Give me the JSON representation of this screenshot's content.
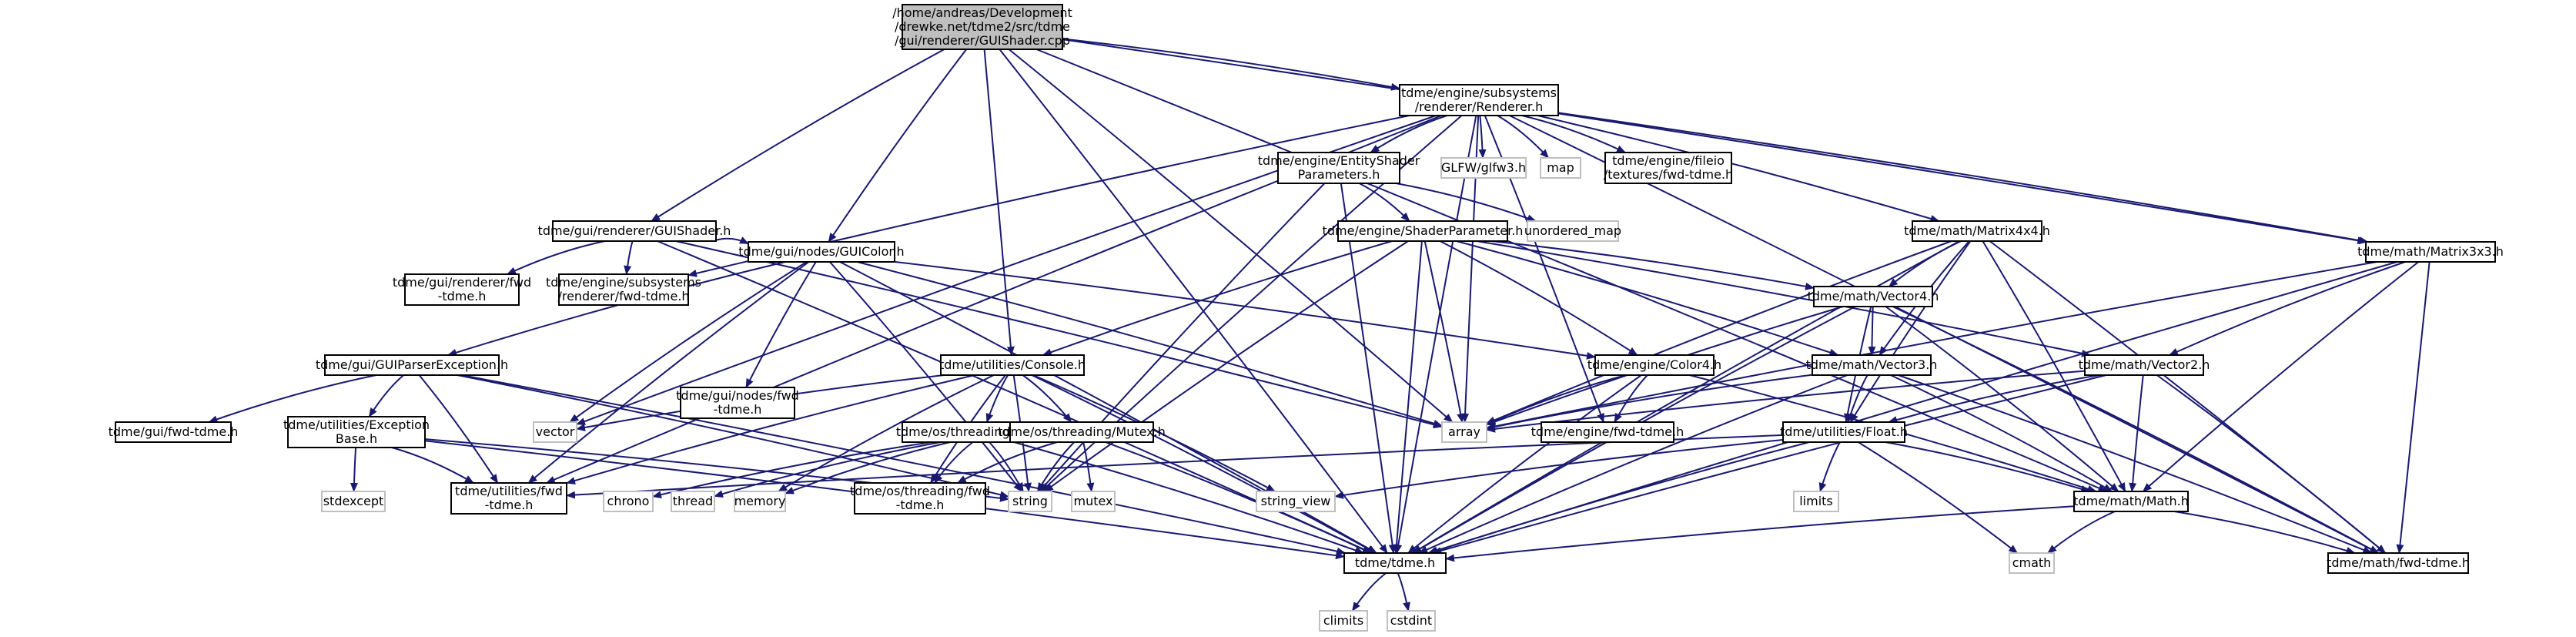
{
  "colors": {
    "edge": "#191970",
    "node_border": "#000000",
    "node_border_external": "#bfbfbf",
    "node_fill": "#ffffff",
    "node_fill_root": "#bfbfbf",
    "text": "#000000",
    "text_external": "#7f7f7f"
  },
  "nodes": [
    {
      "id": "root",
      "lines": [
        "/home/andreas/Development",
        "/drewke.net/tdme2/src/tdme",
        "/gui/renderer/GUIShader.cpp"
      ],
      "style": "root"
    },
    {
      "id": "renderer",
      "lines": [
        "tdme/engine/subsystems",
        "/renderer/Renderer.h"
      ],
      "style": "normal"
    },
    {
      "id": "guishader",
      "lines": [
        "tdme/gui/renderer/GUIShader.h"
      ],
      "style": "normal"
    },
    {
      "id": "guicolor",
      "lines": [
        "tdme/gui/nodes/GUIColor.h"
      ],
      "style": "normal"
    },
    {
      "id": "console",
      "lines": [
        "tdme/utilities/Console.h"
      ],
      "style": "normal"
    },
    {
      "id": "entityshader",
      "lines": [
        "tdme/engine/EntityShader",
        "Parameters.h"
      ],
      "style": "normal"
    },
    {
      "id": "glfw",
      "lines": [
        "GLFW/glfw3.h"
      ],
      "style": "external"
    },
    {
      "id": "map",
      "lines": [
        "map"
      ],
      "style": "external"
    },
    {
      "id": "fileiofwd",
      "lines": [
        "tdme/engine/fileio",
        "/textures/fwd-tdme.h"
      ],
      "style": "normal"
    },
    {
      "id": "matrix4x4",
      "lines": [
        "tdme/math/Matrix4x4.h"
      ],
      "style": "normal"
    },
    {
      "id": "matrix3x3",
      "lines": [
        "tdme/math/Matrix3x3.h"
      ],
      "style": "normal"
    },
    {
      "id": "unordered_map",
      "lines": [
        "unordered_map"
      ],
      "style": "external"
    },
    {
      "id": "shaderparam",
      "lines": [
        "tdme/engine/ShaderParameter.h"
      ],
      "style": "normal"
    },
    {
      "id": "guirendererfwd",
      "lines": [
        "tdme/gui/renderer/fwd",
        "-tdme.h"
      ],
      "style": "normal"
    },
    {
      "id": "subsysfwd",
      "lines": [
        "tdme/engine/subsystems",
        "/renderer/fwd-tdme.h"
      ],
      "style": "normal"
    },
    {
      "id": "guiparserexc",
      "lines": [
        "tdme/gui/GUIParserException.h"
      ],
      "style": "normal"
    },
    {
      "id": "guinodesfwd",
      "lines": [
        "tdme/gui/nodes/fwd",
        "-tdme.h"
      ],
      "style": "normal"
    },
    {
      "id": "vector4",
      "lines": [
        "tdme/math/Vector4.h"
      ],
      "style": "normal"
    },
    {
      "id": "color4",
      "lines": [
        "tdme/engine/Color4.h"
      ],
      "style": "normal"
    },
    {
      "id": "vector3",
      "lines": [
        "tdme/math/Vector3.h"
      ],
      "style": "normal"
    },
    {
      "id": "vector2",
      "lines": [
        "tdme/math/Vector2.h"
      ],
      "style": "normal"
    },
    {
      "id": "guifwd",
      "lines": [
        "tdme/gui/fwd-tdme.h"
      ],
      "style": "normal"
    },
    {
      "id": "excbase",
      "lines": [
        "tdme/utilities/Exception",
        "Base.h"
      ],
      "style": "normal"
    },
    {
      "id": "vector",
      "lines": [
        "vector"
      ],
      "style": "external"
    },
    {
      "id": "thread_h",
      "lines": [
        "tdme/os/threading/Thread.h"
      ],
      "style": "normal"
    },
    {
      "id": "mutex_h",
      "lines": [
        "tdme/os/threading/Mutex.h"
      ],
      "style": "normal"
    },
    {
      "id": "array",
      "lines": [
        "array"
      ],
      "style": "external"
    },
    {
      "id": "enginefwd",
      "lines": [
        "tdme/engine/fwd-tdme.h"
      ],
      "style": "normal"
    },
    {
      "id": "float_h",
      "lines": [
        "tdme/utilities/Float.h"
      ],
      "style": "normal"
    },
    {
      "id": "stdexcept",
      "lines": [
        "stdexcept"
      ],
      "style": "external"
    },
    {
      "id": "utilfwd",
      "lines": [
        "tdme/utilities/fwd",
        "-tdme.h"
      ],
      "style": "normal"
    },
    {
      "id": "chrono",
      "lines": [
        "chrono"
      ],
      "style": "external"
    },
    {
      "id": "thread",
      "lines": [
        "thread"
      ],
      "style": "external"
    },
    {
      "id": "memory",
      "lines": [
        "memory"
      ],
      "style": "external"
    },
    {
      "id": "threadfwd",
      "lines": [
        "tdme/os/threading/fwd",
        "-tdme.h"
      ],
      "style": "normal"
    },
    {
      "id": "string",
      "lines": [
        "string"
      ],
      "style": "external"
    },
    {
      "id": "mutex",
      "lines": [
        "mutex"
      ],
      "style": "external"
    },
    {
      "id": "string_view",
      "lines": [
        "string_view"
      ],
      "style": "external"
    },
    {
      "id": "limits",
      "lines": [
        "limits"
      ],
      "style": "external"
    },
    {
      "id": "mathh",
      "lines": [
        "tdme/math/Math.h"
      ],
      "style": "normal"
    },
    {
      "id": "tdmeh",
      "lines": [
        "tdme/tdme.h"
      ],
      "style": "normal"
    },
    {
      "id": "cmath",
      "lines": [
        "cmath"
      ],
      "style": "external"
    },
    {
      "id": "mathfwd",
      "lines": [
        "tdme/math/fwd-tdme.h"
      ],
      "style": "normal"
    },
    {
      "id": "climits",
      "lines": [
        "climits"
      ],
      "style": "external"
    },
    {
      "id": "cstdint",
      "lines": [
        "cstdint"
      ],
      "style": "external"
    }
  ],
  "edges": [
    [
      "root",
      "renderer"
    ],
    [
      "root",
      "guishader"
    ],
    [
      "root",
      "guicolor"
    ],
    [
      "root",
      "console"
    ],
    [
      "root",
      "array"
    ],
    [
      "root",
      "tdmeh"
    ],
    [
      "root",
      "matrix3x3"
    ],
    [
      "root",
      "mathh"
    ],
    [
      "renderer",
      "entityshader"
    ],
    [
      "renderer",
      "glfw"
    ],
    [
      "renderer",
      "map"
    ],
    [
      "renderer",
      "fileiofwd"
    ],
    [
      "renderer",
      "matrix4x4"
    ],
    [
      "renderer",
      "matrix3x3"
    ],
    [
      "renderer",
      "subsysfwd"
    ],
    [
      "renderer",
      "array"
    ],
    [
      "renderer",
      "vector"
    ],
    [
      "renderer",
      "string"
    ],
    [
      "renderer",
      "utilfwd"
    ],
    [
      "renderer",
      "enginefwd"
    ],
    [
      "renderer",
      "tdmeh"
    ],
    [
      "renderer",
      "mathfwd"
    ],
    [
      "guishader",
      "guirendererfwd"
    ],
    [
      "guishader",
      "subsysfwd"
    ],
    [
      "guishader",
      "guicolor"
    ],
    [
      "guishader",
      "array"
    ],
    [
      "guishader",
      "tdmeh"
    ],
    [
      "guicolor",
      "guiparserexc"
    ],
    [
      "guicolor",
      "guinodesfwd"
    ],
    [
      "guicolor",
      "color4"
    ],
    [
      "guicolor",
      "vector"
    ],
    [
      "guicolor",
      "array"
    ],
    [
      "guicolor",
      "string"
    ],
    [
      "guicolor",
      "tdmeh"
    ],
    [
      "guicolor",
      "utilfwd"
    ],
    [
      "console",
      "thread_h"
    ],
    [
      "console",
      "mutex_h"
    ],
    [
      "console",
      "vector"
    ],
    [
      "console",
      "memory"
    ],
    [
      "console",
      "threadfwd"
    ],
    [
      "console",
      "string"
    ],
    [
      "console",
      "string_view"
    ],
    [
      "console",
      "utilfwd"
    ],
    [
      "console",
      "tdmeh"
    ],
    [
      "entityshader",
      "shaderparam"
    ],
    [
      "entityshader",
      "unordered_map"
    ],
    [
      "entityshader",
      "string"
    ],
    [
      "entityshader",
      "tdmeh"
    ],
    [
      "shaderparam",
      "console"
    ],
    [
      "shaderparam",
      "vector4"
    ],
    [
      "shaderparam",
      "vector3"
    ],
    [
      "shaderparam",
      "vector2"
    ],
    [
      "shaderparam",
      "color4"
    ],
    [
      "shaderparam",
      "array"
    ],
    [
      "shaderparam",
      "string"
    ],
    [
      "shaderparam",
      "tdmeh"
    ],
    [
      "matrix4x4",
      "vector4"
    ],
    [
      "matrix4x4",
      "vector3"
    ],
    [
      "matrix4x4",
      "float_h"
    ],
    [
      "matrix4x4",
      "mathh"
    ],
    [
      "matrix4x4",
      "array"
    ],
    [
      "matrix4x4",
      "tdmeh"
    ],
    [
      "matrix4x4",
      "mathfwd"
    ],
    [
      "matrix3x3",
      "vector2"
    ],
    [
      "matrix3x3",
      "mathh"
    ],
    [
      "matrix3x3",
      "array"
    ],
    [
      "matrix3x3",
      "tdmeh"
    ],
    [
      "matrix3x3",
      "mathfwd"
    ],
    [
      "guiparserexc",
      "guifwd"
    ],
    [
      "guiparserexc",
      "excbase"
    ],
    [
      "guiparserexc",
      "utilfwd"
    ],
    [
      "guiparserexc",
      "string"
    ],
    [
      "guiparserexc",
      "tdmeh"
    ],
    [
      "vector4",
      "vector3"
    ],
    [
      "vector4",
      "float_h"
    ],
    [
      "vector4",
      "mathh"
    ],
    [
      "vector4",
      "array"
    ],
    [
      "vector4",
      "tdmeh"
    ],
    [
      "vector4",
      "mathfwd"
    ],
    [
      "color4",
      "enginefwd"
    ],
    [
      "color4",
      "mathh"
    ],
    [
      "color4",
      "array"
    ],
    [
      "color4",
      "tdmeh"
    ],
    [
      "vector3",
      "float_h"
    ],
    [
      "vector3",
      "mathh"
    ],
    [
      "vector3",
      "array"
    ],
    [
      "vector3",
      "tdmeh"
    ],
    [
      "vector3",
      "mathfwd"
    ],
    [
      "vector2",
      "float_h"
    ],
    [
      "vector2",
      "mathh"
    ],
    [
      "vector2",
      "array"
    ],
    [
      "vector2",
      "tdmeh"
    ],
    [
      "vector2",
      "mathfwd"
    ],
    [
      "excbase",
      "stdexcept"
    ],
    [
      "excbase",
      "utilfwd"
    ],
    [
      "excbase",
      "string"
    ],
    [
      "excbase",
      "tdmeh"
    ],
    [
      "thread_h",
      "chrono"
    ],
    [
      "thread_h",
      "thread"
    ],
    [
      "thread_h",
      "memory"
    ],
    [
      "thread_h",
      "threadfwd"
    ],
    [
      "thread_h",
      "string"
    ],
    [
      "thread_h",
      "tdmeh"
    ],
    [
      "mutex_h",
      "mutex"
    ],
    [
      "mutex_h",
      "threadfwd"
    ],
    [
      "mutex_h",
      "string"
    ],
    [
      "mutex_h",
      "tdmeh"
    ],
    [
      "float_h",
      "limits"
    ],
    [
      "float_h",
      "string_view"
    ],
    [
      "float_h",
      "cmath"
    ],
    [
      "float_h",
      "mathh"
    ],
    [
      "float_h",
      "utilfwd"
    ],
    [
      "float_h",
      "tdmeh"
    ],
    [
      "mathh",
      "cmath"
    ],
    [
      "mathh",
      "tdmeh"
    ],
    [
      "mathh",
      "mathfwd"
    ],
    [
      "tdmeh",
      "climits"
    ],
    [
      "tdmeh",
      "cstdint"
    ]
  ]
}
